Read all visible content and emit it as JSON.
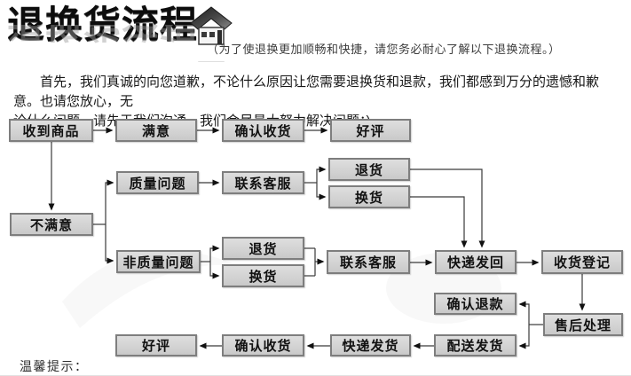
{
  "header": {
    "title": "退换货流程",
    "logo": "house-icon",
    "subtitle": "（为了使退换更加顺畅和快捷，请您务必耐心了解以下退换流程。）"
  },
  "intro": {
    "line1": "首先，我们真诚的向您道歉，不论什么原因让您需要退换货和退款，我们都感到万分的遗憾和歉意。也请您放心，无",
    "line2": "论什么问题，请先于我们沟通，我们会尽最大努力解决问题：)"
  },
  "flow": {
    "boxes": [
      {
        "id": "received",
        "label": "收到商品"
      },
      {
        "id": "satisfied",
        "label": "满意"
      },
      {
        "id": "confirm-receipt-top",
        "label": "确认收货"
      },
      {
        "id": "praise-top",
        "label": "好评"
      },
      {
        "id": "quality-issue",
        "label": "质量问题"
      },
      {
        "id": "contact-service-1",
        "label": "联系客服"
      },
      {
        "id": "return-quality",
        "label": "退货"
      },
      {
        "id": "exchange-quality",
        "label": "换货"
      },
      {
        "id": "unsatisfied",
        "label": "不满意"
      },
      {
        "id": "non-quality-issue",
        "label": "非质量问题"
      },
      {
        "id": "return-nonquality",
        "label": "退货"
      },
      {
        "id": "exchange-nonquality",
        "label": "换货"
      },
      {
        "id": "contact-service-2",
        "label": "联系客服"
      },
      {
        "id": "express-sendback",
        "label": "快递发回"
      },
      {
        "id": "receipt-register",
        "label": "收货登记"
      },
      {
        "id": "confirm-refund",
        "label": "确认退款"
      },
      {
        "id": "aftersale-handle",
        "label": "售后处理"
      },
      {
        "id": "dispatch-ship",
        "label": "配送发货"
      },
      {
        "id": "express-ship",
        "label": "快递发货"
      },
      {
        "id": "confirm-receipt-bottom",
        "label": "确认收货"
      },
      {
        "id": "praise-bottom",
        "label": "好评"
      }
    ],
    "edges": [
      {
        "from": "received",
        "to": "satisfied"
      },
      {
        "from": "satisfied",
        "to": "confirm-receipt-top"
      },
      {
        "from": "confirm-receipt-top",
        "to": "praise-top"
      },
      {
        "from": "received",
        "to": "unsatisfied"
      },
      {
        "from": "unsatisfied",
        "to": "quality-issue"
      },
      {
        "from": "unsatisfied",
        "to": "non-quality-issue"
      },
      {
        "from": "quality-issue",
        "to": "contact-service-1"
      },
      {
        "from": "contact-service-1",
        "to": "return-quality"
      },
      {
        "from": "contact-service-1",
        "to": "exchange-quality"
      },
      {
        "from": "return-quality",
        "to": "express-sendback"
      },
      {
        "from": "exchange-quality",
        "to": "express-sendback"
      },
      {
        "from": "non-quality-issue",
        "to": "return-nonquality"
      },
      {
        "from": "non-quality-issue",
        "to": "exchange-nonquality"
      },
      {
        "from": "return-nonquality",
        "to": "contact-service-2"
      },
      {
        "from": "exchange-nonquality",
        "to": "contact-service-2"
      },
      {
        "from": "contact-service-2",
        "to": "express-sendback"
      },
      {
        "from": "express-sendback",
        "to": "receipt-register"
      },
      {
        "from": "receipt-register",
        "to": "aftersale-handle"
      },
      {
        "from": "aftersale-handle",
        "to": "confirm-refund"
      },
      {
        "from": "aftersale-handle",
        "to": "dispatch-ship"
      },
      {
        "from": "dispatch-ship",
        "to": "express-ship"
      },
      {
        "from": "express-ship",
        "to": "confirm-receipt-bottom"
      },
      {
        "from": "confirm-receipt-bottom",
        "to": "praise-bottom"
      }
    ],
    "colors": {
      "box_fill": "#d5d5d5",
      "box_border": "#7e7e7e",
      "line": "#3a3a3a",
      "arrow": "#111111"
    }
  },
  "footer": {
    "note": "温馨提示："
  }
}
